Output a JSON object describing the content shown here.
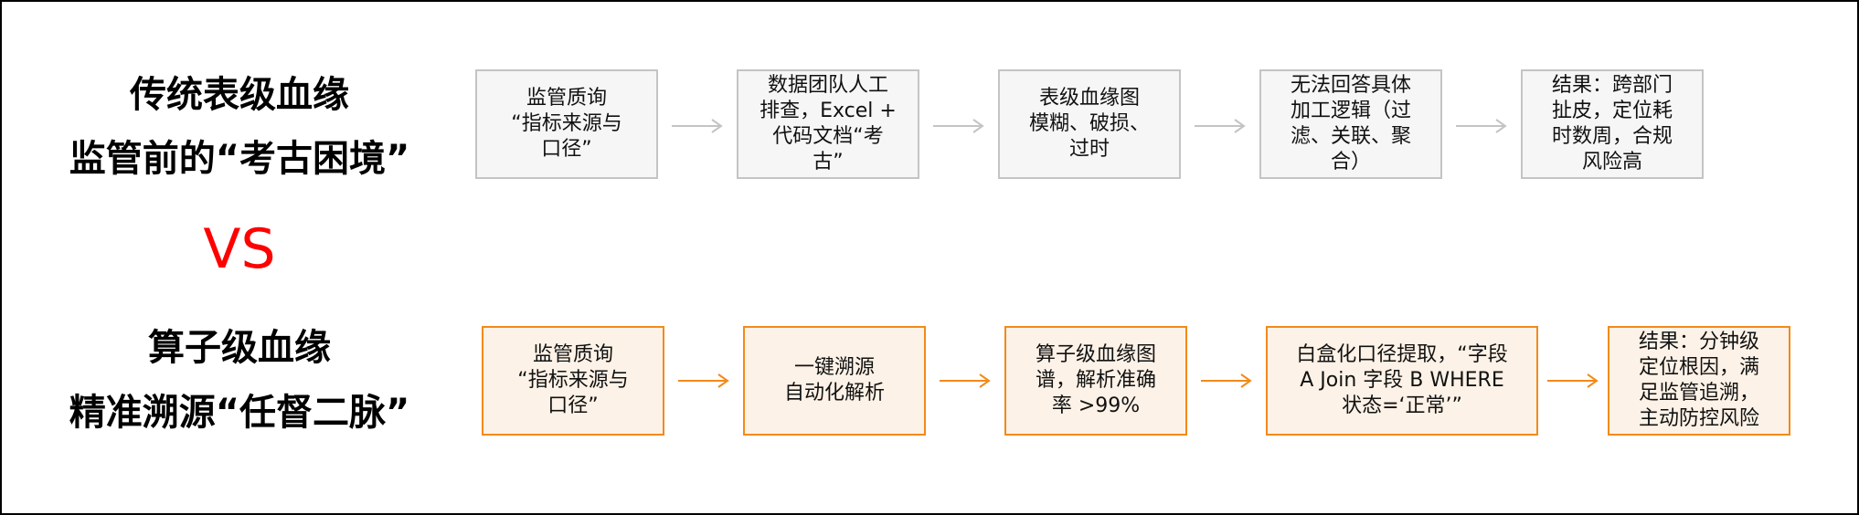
{
  "colors": {
    "vs": "#ff0000",
    "gray_box_fill": "#f6f6f6",
    "gray_box_border": "#c4c4c4",
    "gray_arrow": "#c4c4c4",
    "orange_box_fill": "#fdf2e7",
    "orange_box_border": "#f28a1a",
    "orange_arrow": "#f28a1a"
  },
  "top": {
    "title_line1": "传统表级血缘",
    "title_line2": "监管前的“考古困境”",
    "steps": [
      {
        "text": "监管质询\n“指标来源与\n口径”"
      },
      {
        "text": "数据团队人工\n排查，Excel +\n代码文档“考\n古”"
      },
      {
        "text": "表级血缘图\n模糊、破损、\n过时"
      },
      {
        "text": "无法回答具体\n加工逻辑（过\n滤、关联、聚\n合）"
      },
      {
        "text": "结果：跨部门\n扯皮，定位耗\n时数周，合规\n风险高"
      }
    ]
  },
  "vs_label": "VS",
  "bottom": {
    "title_line1": "算子级血缘",
    "title_line2": "精准溯源“任督二脉”",
    "steps": [
      {
        "text": "监管质询\n“指标来源与\n口径”"
      },
      {
        "text": "一键溯源\n自动化解析"
      },
      {
        "text": "算子级血缘图\n谱，解析准确\n率 >99%"
      },
      {
        "text": "白盒化口径提取，“字段\nA Join 字段 B WHERE\n状态=‘正常’”"
      },
      {
        "text": "结果：分钟级\n定位根因，满\n足监管追溯，\n主动防控风险"
      }
    ]
  }
}
